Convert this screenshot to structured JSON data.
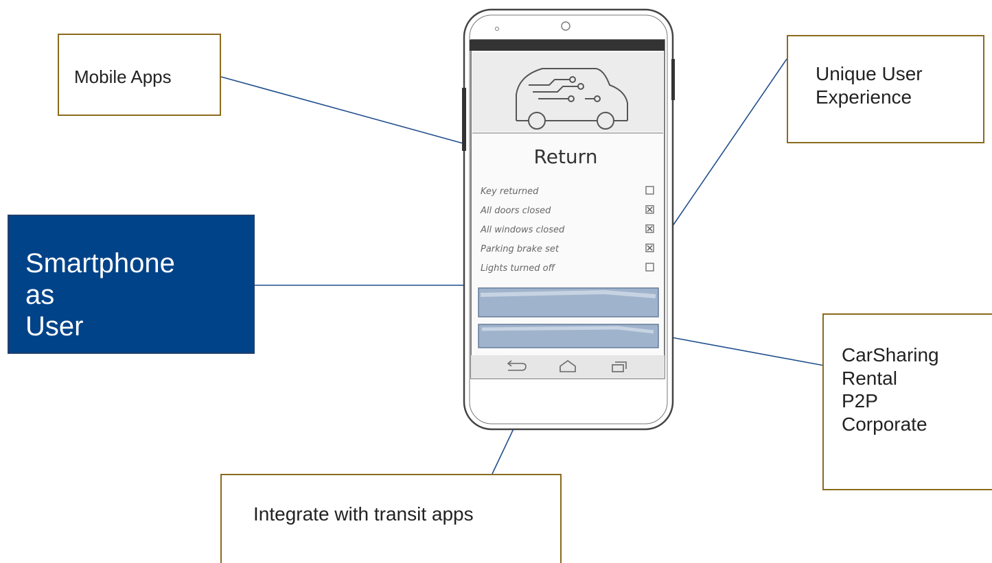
{
  "phone": {
    "screen_title": "Return",
    "checklist": [
      {
        "label": "Key returned",
        "checked": false
      },
      {
        "label": "All doors closed",
        "checked": true
      },
      {
        "label": "All windows closed",
        "checked": true
      },
      {
        "label": "Parking brake set",
        "checked": true
      },
      {
        "label": "Lights turned off",
        "checked": false
      }
    ],
    "nav_icons": [
      "back-icon",
      "home-icon",
      "recent-apps-icon"
    ]
  },
  "callouts": {
    "mobile_apps": "Mobile Apps",
    "unique_ux": "Unique User\nExperience",
    "smartphone": "Smartphone\nas\nUser",
    "carsharing": "CarSharing\nRental\nP2P\nCorporate",
    "transit": "Integrate with transit apps"
  },
  "colors": {
    "connector": "#1f4e8c",
    "callout_border": "#8a6a1c",
    "highlight_fill": "#004388",
    "button_fill": "#9fb3cc"
  }
}
